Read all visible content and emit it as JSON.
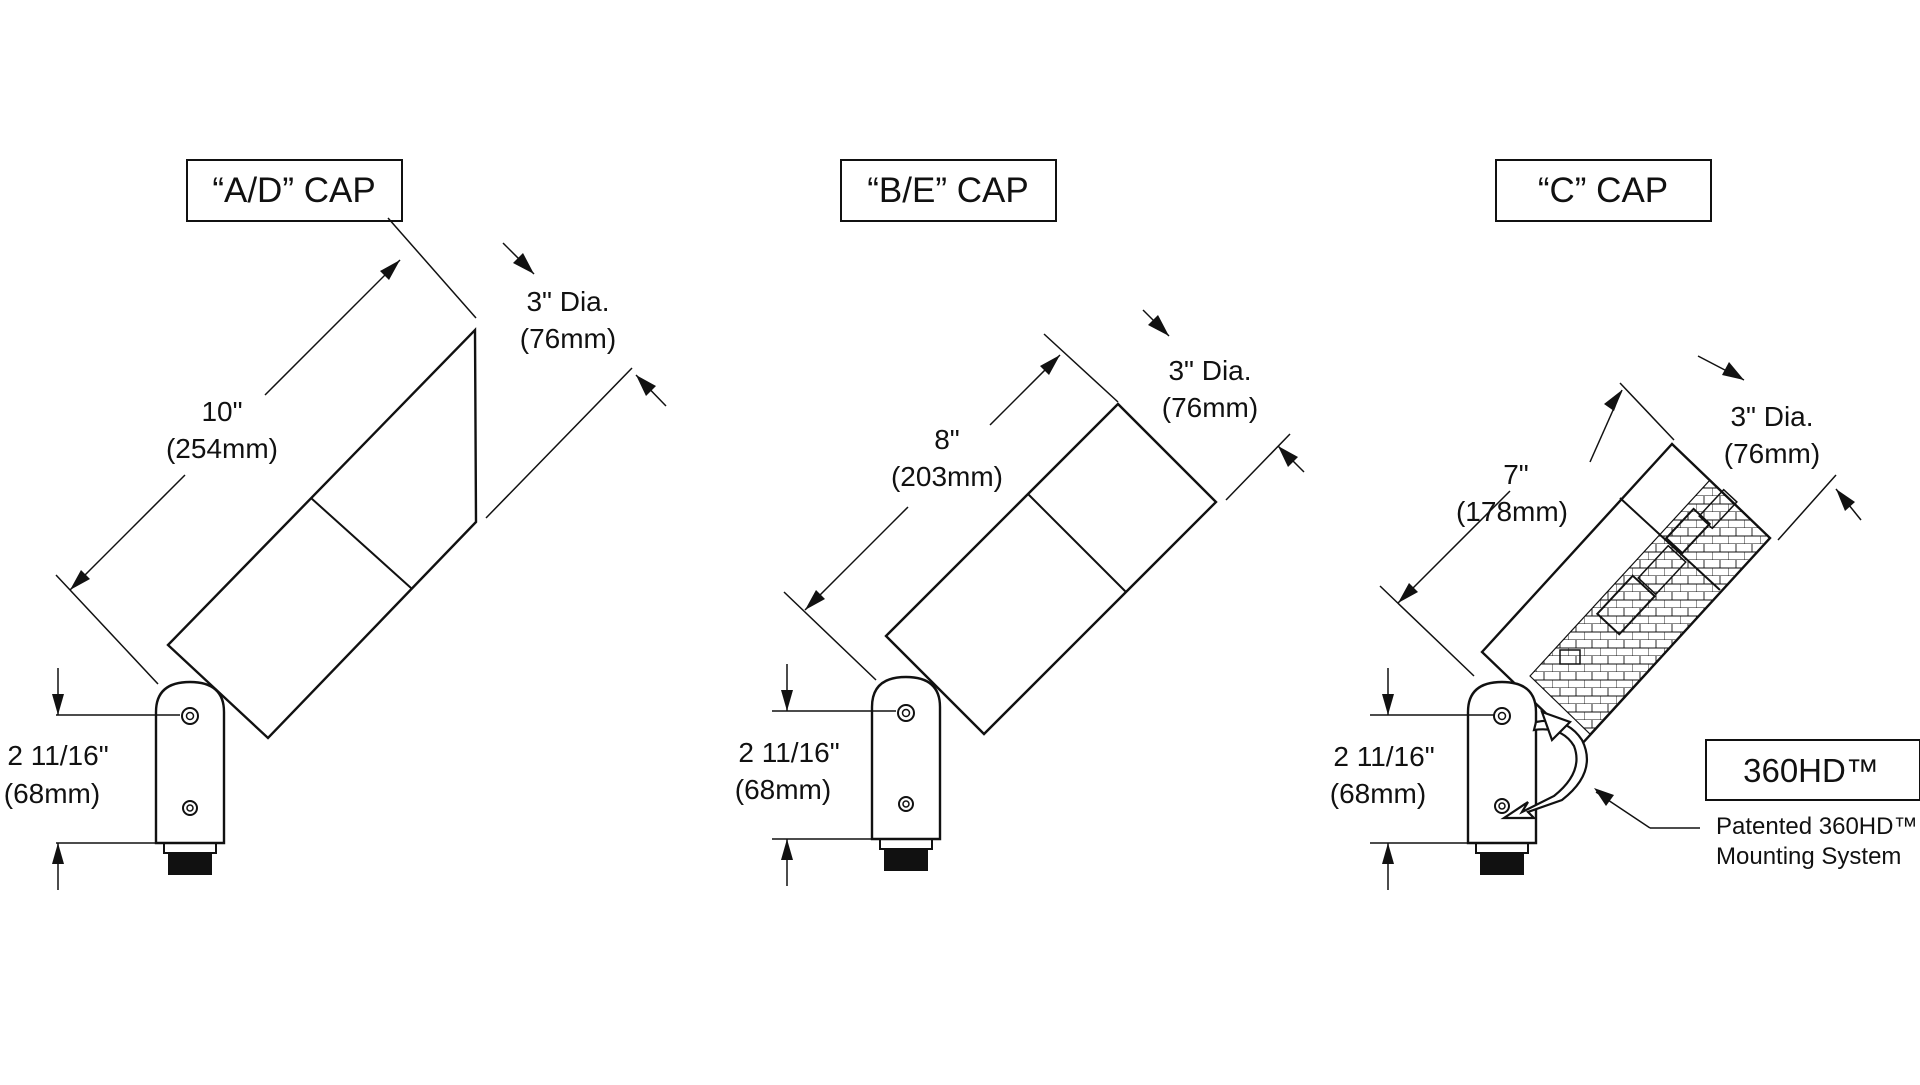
{
  "drawings": [
    {
      "cap_label": "“A/D” CAP",
      "length": "10\"",
      "length_mm": "(254mm)",
      "dia": "3\" Dia.",
      "dia_mm": "(76mm)",
      "mount_height": "2 11/16\"",
      "mount_height_mm": "(68mm)"
    },
    {
      "cap_label": "“B/E” CAP",
      "length": "8\"",
      "length_mm": "(203mm)",
      "dia": "3\" Dia.",
      "dia_mm": "(76mm)",
      "mount_height": "2 11/16\"",
      "mount_height_mm": "(68mm)"
    },
    {
      "cap_label": "“C” CAP",
      "length": "7\"",
      "length_mm": "(178mm)",
      "dia": "3\" Dia.",
      "dia_mm": "(76mm)",
      "mount_height": "2 11/16\"",
      "mount_height_mm": "(68mm)"
    }
  ],
  "badge": {
    "label": "360HD™"
  },
  "callout": {
    "line1": "Patented 360HD™",
    "line2": "Mounting System"
  }
}
